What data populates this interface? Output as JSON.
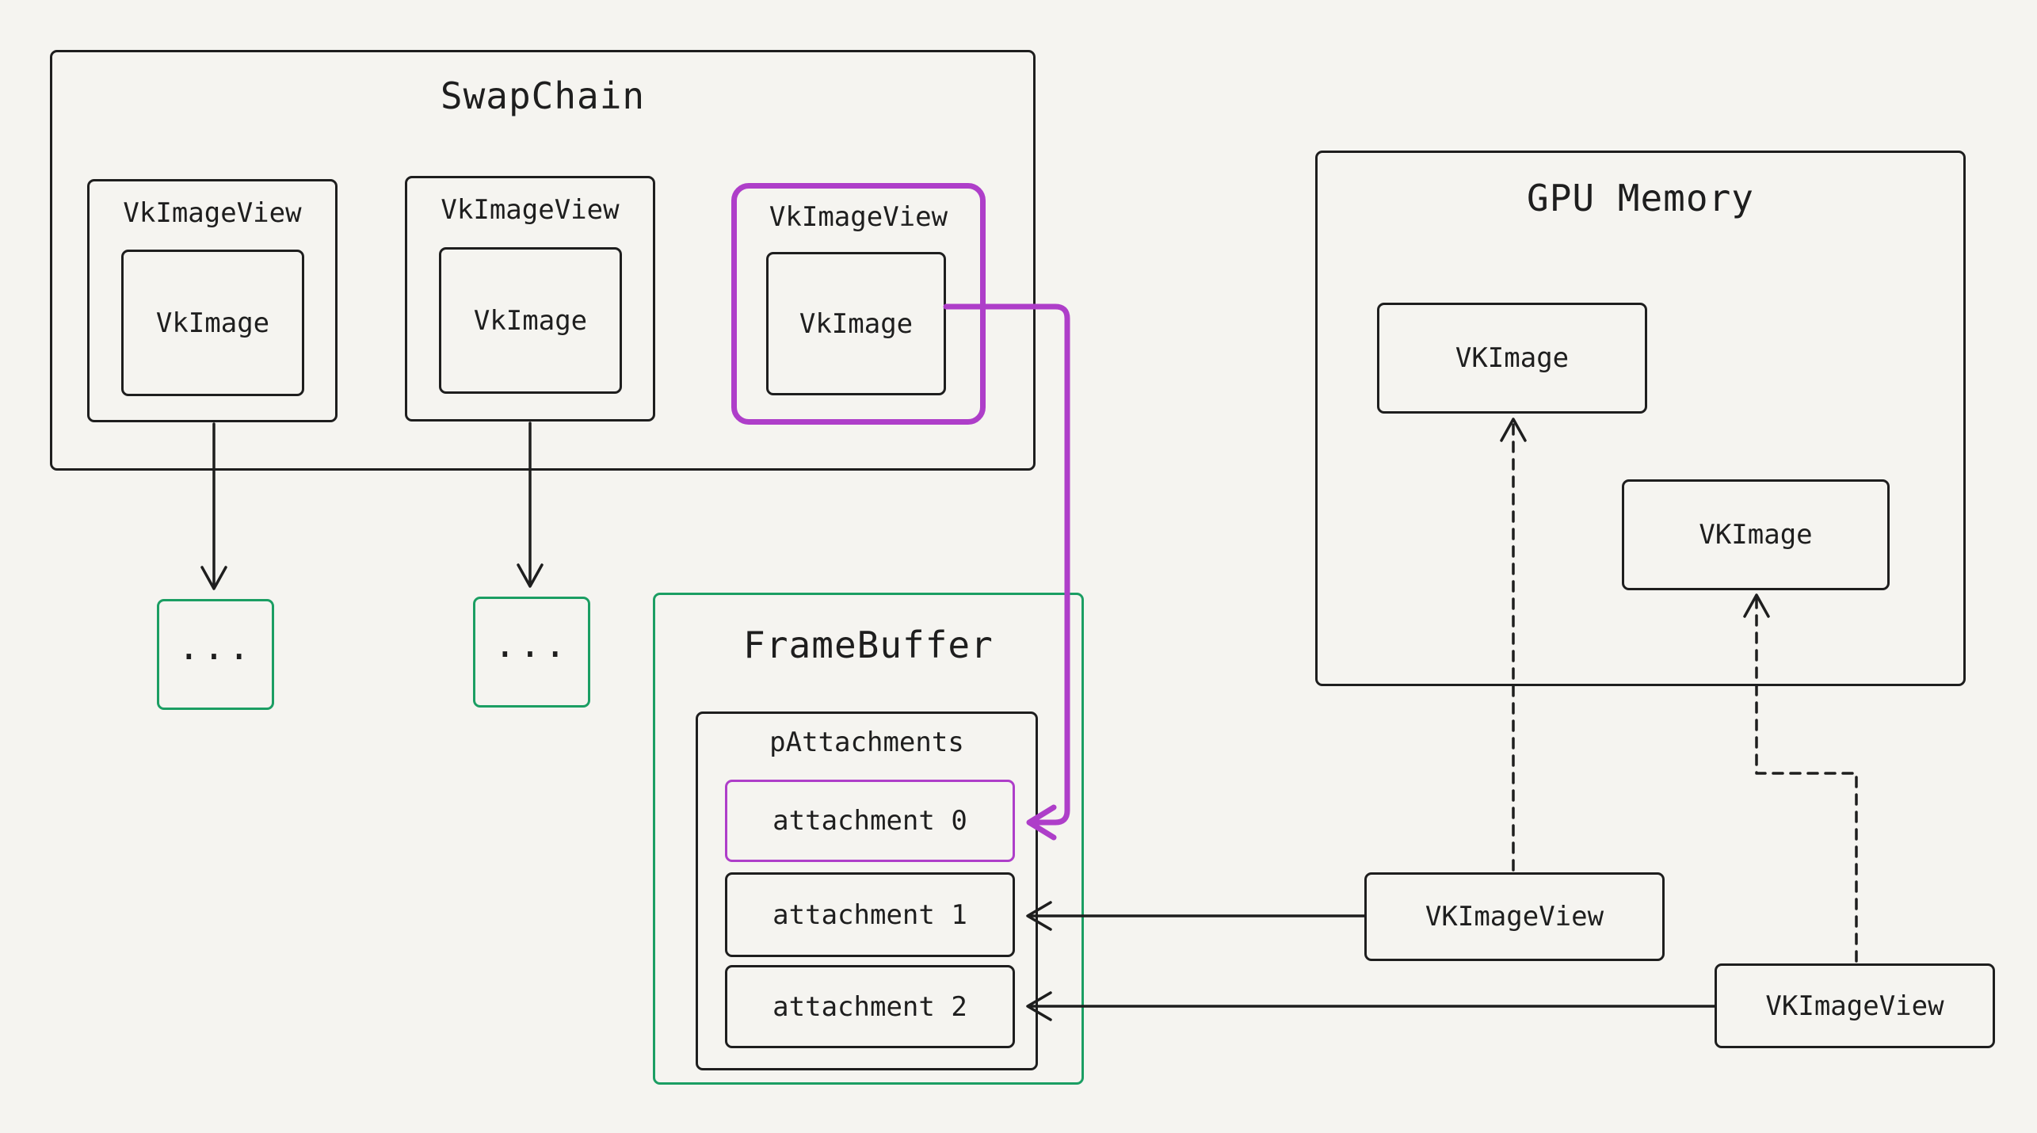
{
  "colors": {
    "ink": "#1e1e1e",
    "purple": "#ae3ec9",
    "green": "#1b9e63",
    "bg": "#f5f4f0"
  },
  "swapchain": {
    "title": "SwapChain",
    "views": [
      {
        "label": "VkImageView",
        "image": "VkImage",
        "highlighted": false
      },
      {
        "label": "VkImageView",
        "image": "VkImage",
        "highlighted": false
      },
      {
        "label": "VkImageView",
        "image": "VkImage",
        "highlighted": true
      }
    ]
  },
  "ellipsis": [
    {
      "label": "..."
    },
    {
      "label": "..."
    }
  ],
  "gpu_memory": {
    "title": "GPU Memory",
    "images": [
      {
        "label": "VKImage"
      },
      {
        "label": "VKImage"
      }
    ]
  },
  "framebuffer": {
    "title": "FrameBuffer",
    "pattachments": "pAttachments",
    "attachments": [
      {
        "label": "attachment 0",
        "highlighted": true
      },
      {
        "label": "attachment 1",
        "highlighted": false
      },
      {
        "label": "attachment 2",
        "highlighted": false
      }
    ]
  },
  "image_views": [
    {
      "label": "VKImageView"
    },
    {
      "label": "VKImageView"
    }
  ]
}
